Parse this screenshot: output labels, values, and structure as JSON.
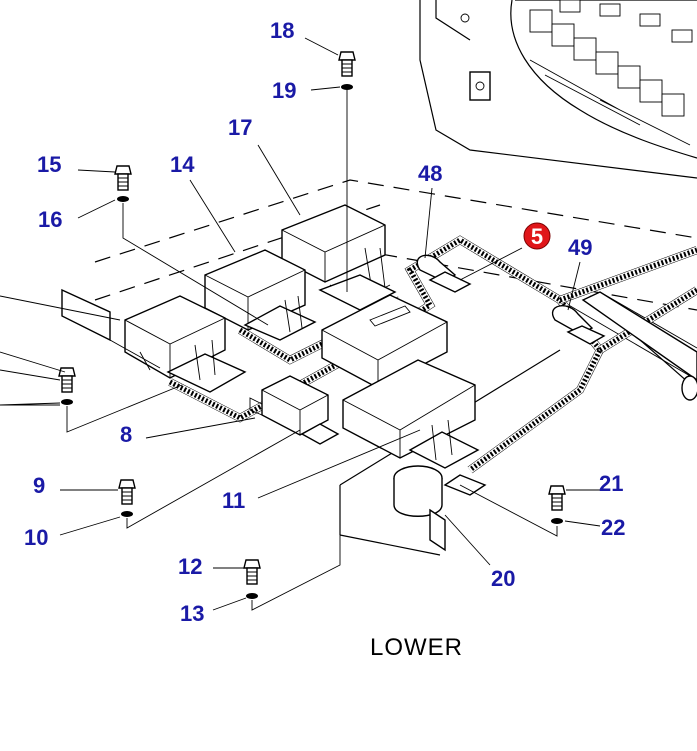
{
  "diagram": {
    "caption": "LOWER",
    "label_color": "#1a1aa6",
    "highlight_color": "#e0161a",
    "callouts": {
      "c18": "18",
      "c19": "19",
      "c17": "17",
      "c15": "15",
      "c14": "14",
      "c16": "16",
      "c48": "48",
      "c5": "5",
      "c49": "49",
      "c8": "8",
      "c9": "9",
      "c10": "10",
      "c11": "11",
      "c21": "21",
      "c22": "22",
      "c12": "12",
      "c13": "13",
      "c20": "20"
    },
    "highlighted_callout": "5"
  }
}
